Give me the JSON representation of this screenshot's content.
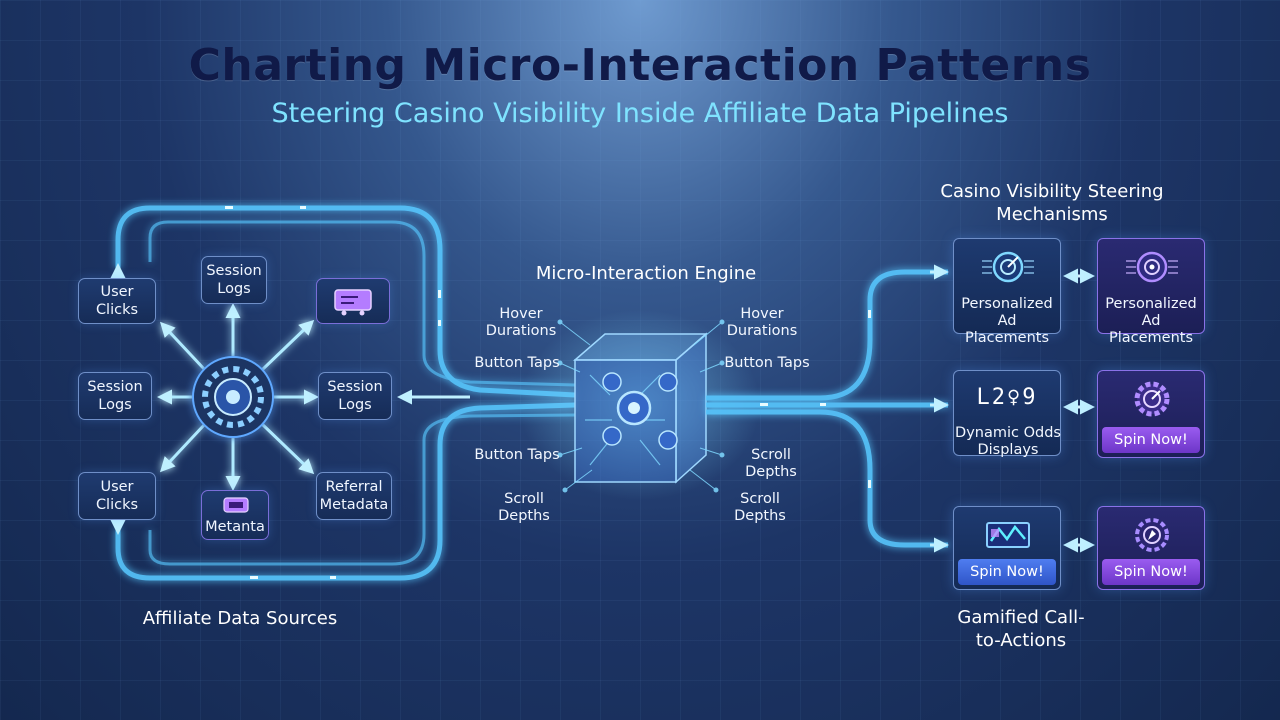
{
  "header": {
    "title": "Charting Micro-Interaction Patterns",
    "subtitle": "Steering Casino Visibility Inside Affiliate Data Pipelines"
  },
  "sources": {
    "title": "Affiliate Data Sources",
    "nodes": {
      "user_clicks_top": "User Clicks",
      "session_logs_top": "Session Logs",
      "session_logs_left": "Session Logs",
      "session_logs_right": "Session Logs",
      "user_clicks_bottom": "User Clicks",
      "metadata": "Metanta",
      "referral_metadata": "Referral Metadata"
    },
    "icons": {
      "top_right": "ticket-icon",
      "hub": "gear-hub-icon",
      "metadata": "slot-machine-icon"
    }
  },
  "engine": {
    "title": "Micro-Interaction Engine",
    "left_labels": [
      "Hover Durations",
      "Button Taps",
      "Button Taps",
      "Scroll Depths"
    ],
    "right_labels": [
      "Hover Durations",
      "Button Taps",
      "Scroll Depths",
      "Scroll Depths"
    ],
    "icon": "gear-cube-icon"
  },
  "steering": {
    "title": "Casino Visibility Steering Mechanisms",
    "cards": [
      {
        "label": "Personalized Ad Placements",
        "icon": "target-icon"
      },
      {
        "label": "Personalized Ad Placements",
        "icon": "target-icon"
      },
      {
        "label": "Dynamic Odds Displays",
        "odds": "L2♀9"
      },
      {
        "button": "Spin Now!",
        "icon": "gear-target-icon"
      },
      {
        "button": "Spin Now!",
        "icon": "screen-icon"
      },
      {
        "button": "Spin Now!",
        "icon": "gear-compass-icon"
      }
    ]
  },
  "cta": {
    "title": "Gamified Call-to-Actions"
  },
  "colors": {
    "flow": "#58c8ff",
    "title": "#101a48",
    "subtitle": "#7fe3ff",
    "accent_purple": "#8a72e8"
  }
}
